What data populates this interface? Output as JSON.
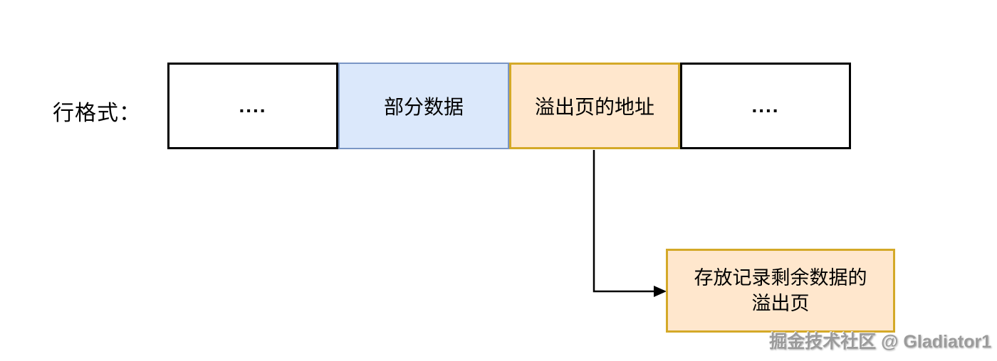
{
  "diagram": {
    "row_label": "行格式：",
    "row_cells": [
      {
        "text": "....",
        "style": "plain"
      },
      {
        "text": "部分数据",
        "style": "blue"
      },
      {
        "text": "溢出页的地址",
        "style": "orange"
      },
      {
        "text": "....",
        "style": "plain"
      }
    ],
    "overflow_box": {
      "line1": "存放记录剩余数据的",
      "line2": "溢出页"
    },
    "colors": {
      "blue_cell_fill": "#dbe8fb",
      "blue_cell_stroke": "#7a96c5",
      "orange_fill": "#ffe7cd",
      "orange_stroke": "#d4a928",
      "plain_cell_stroke": "#000000",
      "arrow": "#000000",
      "watermark_text": "#9b9b9b"
    }
  },
  "watermark": "掘金技术社区 @ Gladiator1"
}
